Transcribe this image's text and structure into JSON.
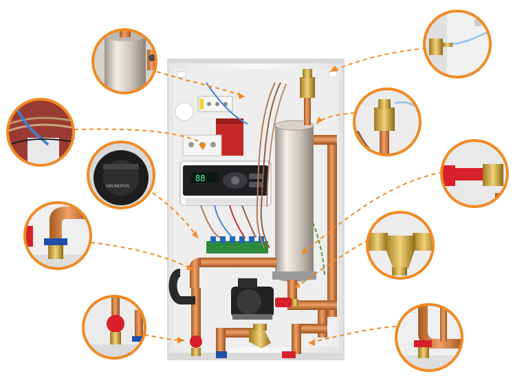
{
  "figure": {
    "subject": "electric-boiler-cutaway",
    "accent_color": "#f08a24",
    "copper_color": "#c8743a",
    "red_valve_color": "#d8202a",
    "blue_cap_color": "#1f4fa8",
    "panel_color": "#f2f2f2"
  },
  "display": {
    "readout": "88"
  },
  "callouts": [
    {
      "id": "heat-exchanger-top",
      "icon": "cylinder-top"
    },
    {
      "id": "wiring-harness",
      "icon": "wires"
    },
    {
      "id": "circulation-pump",
      "icon": "pump"
    },
    {
      "id": "copper-elbow-left",
      "icon": "pipe-elbow"
    },
    {
      "id": "red-valve-left",
      "icon": "valve"
    },
    {
      "id": "air-vent-top",
      "icon": "air-vent"
    },
    {
      "id": "air-vent-mid",
      "icon": "air-vent"
    },
    {
      "id": "safety-valve",
      "icon": "valve"
    },
    {
      "id": "strainer-filter",
      "icon": "strainer"
    },
    {
      "id": "copper-elbow-right",
      "icon": "pipe-elbow"
    }
  ]
}
